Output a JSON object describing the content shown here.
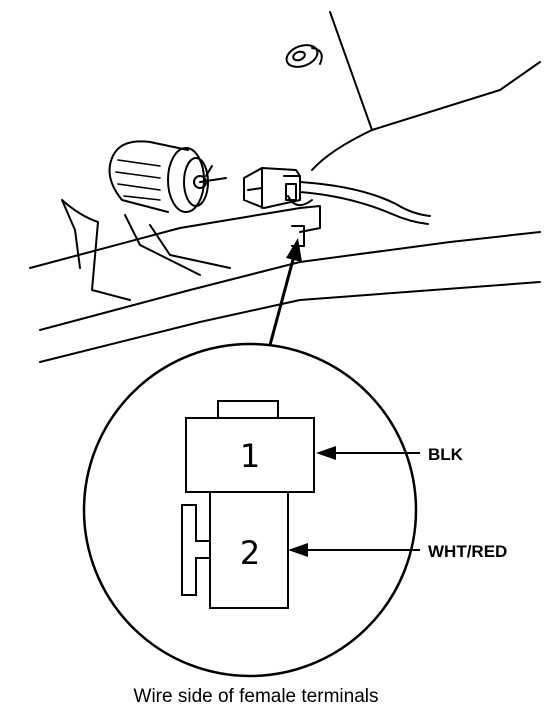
{
  "diagram": {
    "terminals": [
      {
        "number": "1",
        "wire_color": "BLK"
      },
      {
        "number": "2",
        "wire_color": "WHT/RED"
      }
    ],
    "caption": "Wire side of female terminals"
  }
}
